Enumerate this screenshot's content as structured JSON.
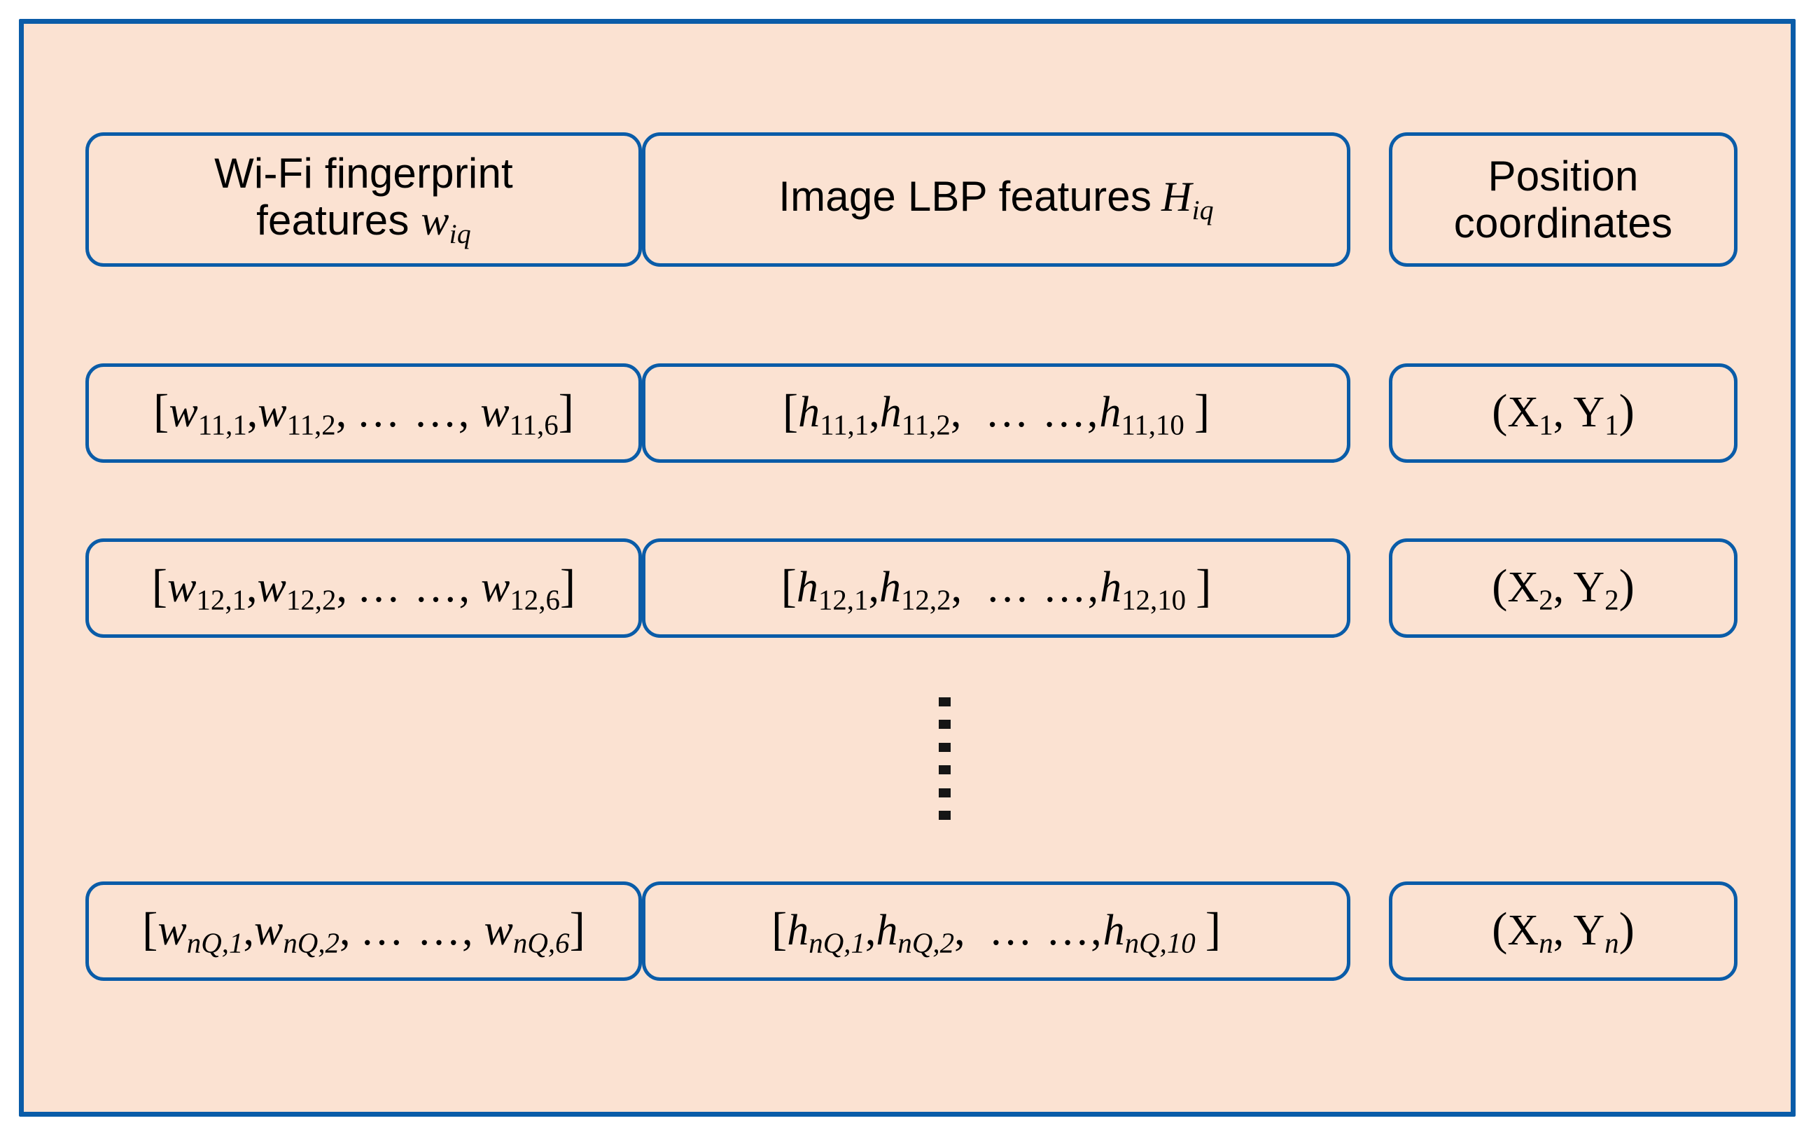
{
  "figure": {
    "kind": "database-schema-diagram",
    "colors": {
      "panel_background": "#fbe2d2",
      "border_blue": "#0a5ca8",
      "text": "#000000",
      "page_background": "#ffffff"
    }
  },
  "columns": [
    {
      "id": "wifi",
      "header_line1": "Wi-Fi fingerprint",
      "header_line2_prefix": "features ",
      "header_symbol": "w",
      "header_subscript": "iq"
    },
    {
      "id": "lbp",
      "header_line1": "Image LBP features",
      "header_line2_prefix": "",
      "header_symbol": "H",
      "header_subscript": "iq"
    },
    {
      "id": "position",
      "header_line1": "Position",
      "header_line2_prefix": "coordinates",
      "header_symbol": "",
      "header_subscript": ""
    }
  ],
  "rows": [
    {
      "id": "row-1",
      "index_label": "11",
      "wifi": {
        "open": "[",
        "sym": "w",
        "sub1": "11,1",
        "sub2": "11,2",
        "ellipsis": "… …,",
        "sub_last": "11,6",
        "close": "]"
      },
      "lbp": {
        "open": "[",
        "sym": "h",
        "sub1": "11,1",
        "sub2": "11,2",
        "ellipsis": "… …,",
        "sub_last": "11,10",
        "close": "]"
      },
      "position": {
        "open": "(",
        "x_sym": "X",
        "x_sub": "1",
        "sep": ",",
        "y_sym": "Y",
        "y_sub": "1",
        "close": ")"
      }
    },
    {
      "id": "row-2",
      "index_label": "12",
      "wifi": {
        "open": "[",
        "sym": "w",
        "sub1": "12,1",
        "sub2": "12,2",
        "ellipsis": "… …,",
        "sub_last": "12,6",
        "close": "]"
      },
      "lbp": {
        "open": "[",
        "sym": "h",
        "sub1": "12,1",
        "sub2": "12,2",
        "ellipsis": "… …,",
        "sub_last": "12,10",
        "close": "]"
      },
      "position": {
        "open": "(",
        "x_sym": "X",
        "x_sub": "2",
        "sep": ",",
        "y_sym": "Y",
        "y_sub": "2",
        "close": ")"
      }
    },
    {
      "id": "row-n",
      "index_label": "nQ",
      "wifi": {
        "open": "[",
        "sym": "w",
        "sub1": "nQ,1",
        "sub2": "nQ,2",
        "ellipsis": "… …,",
        "sub_last": "nQ,6",
        "close": "]"
      },
      "lbp": {
        "open": "[",
        "sym": "h",
        "sub1": "nQ,1",
        "sub2": "nQ,2",
        "ellipsis": "… …,",
        "sub_last": "nQ,10",
        "close": "]"
      },
      "position": {
        "open": "(",
        "x_sym": "X",
        "x_sub": "n",
        "sep": ",",
        "y_sym": "Y",
        "y_sub": "n",
        "close": ")"
      }
    }
  ],
  "vertical_ellipsis": {
    "dot_count": 6,
    "glyph": "⋮"
  },
  "separators": {
    "comma": ",",
    "comma_space": ", "
  }
}
